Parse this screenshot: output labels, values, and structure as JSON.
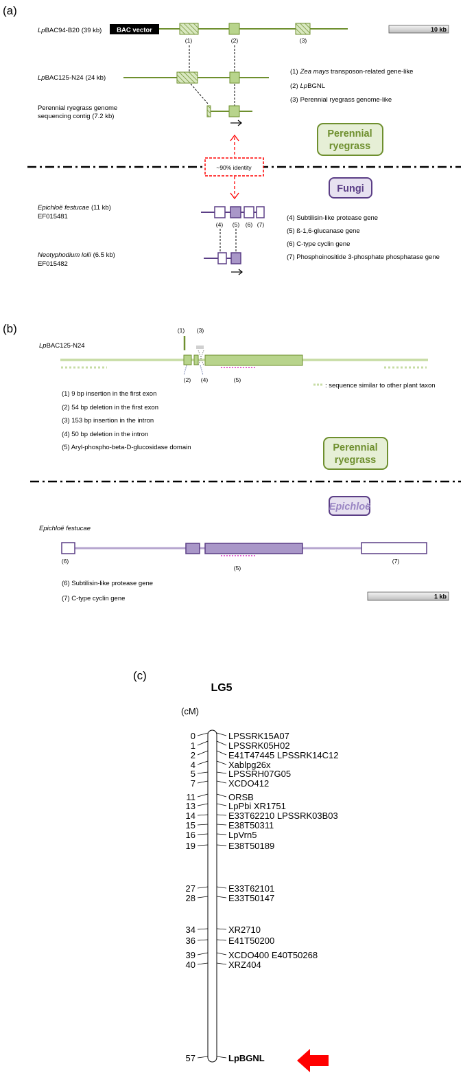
{
  "panel_a": {
    "label": "(a)",
    "rows": [
      {
        "species": "Lp",
        "rest": "BAC94-B20",
        "size": "(39 kb)"
      },
      {
        "species": "Lp",
        "rest": "BAC125-N24",
        "size": "(24 kb)"
      },
      {
        "line1": "Perennial ryegrass genome",
        "line2": "sequencing contig (7.2 kb)"
      }
    ],
    "bac_vector": "BAC vector",
    "scale": "10 kb",
    "feature_nums": [
      "(1)",
      "(2)",
      "(3)"
    ],
    "legend": [
      {
        "italic": "Zea mays",
        "text": " transposon-related gene-like",
        "num": "(1)"
      },
      {
        "italic": "Lp",
        "text": "BGNL",
        "num": "(2)"
      },
      {
        "italic": "",
        "text": "Perennial ryegrass genome-like",
        "num": "(3)"
      }
    ],
    "ryegrass_box": [
      "Perennial",
      "ryegrass"
    ],
    "identity": "~90% identity",
    "fungi_box": "Fungi",
    "fungi_rows": [
      {
        "italic": "Epichloë festucae",
        "size": "(11 kb)",
        "acc": "EF015481"
      },
      {
        "italic": "Neotyphodium lolii",
        "size": "(6.5 kb)",
        "acc": "EF015482"
      }
    ],
    "fungi_nums": [
      "(4)",
      "(5)",
      "(6)",
      "(7)"
    ],
    "fungi_legend": [
      "(4) Subtilisin-like protease gene",
      "(5) ß-1,6-glucanase gene",
      "(6) C-type cyclin gene",
      "(7) Phosphoinositide 3-phosphate phosphatase gene"
    ]
  },
  "panel_b": {
    "label": "(b)",
    "lp_label": {
      "italic": "Lp",
      "rest": "BAC125-N24"
    },
    "nums_top": [
      "(1)",
      "(3)"
    ],
    "nums_bottom": [
      "(2)",
      "(4)",
      "(5)"
    ],
    "similar_note": ": sequence similar to other plant taxon",
    "notes": [
      "(1) 9 bp insertion in the first exon",
      "(2) 54 bp deletion in the first exon",
      "(3) 153 bp insertion in the intron",
      "(4) 50 bp deletion in the intron",
      "(5) Aryl-phospho-beta-D-glucosidase domain"
    ],
    "ryegrass_box": [
      "Perennial",
      "ryegrass"
    ],
    "epichloe_box": "Epichloë",
    "epi_label": "Epichloë festucae",
    "epi_nums": [
      "(6)",
      "(5)",
      "(7)"
    ],
    "epi_notes": [
      "(6) Subtilisin-like protease gene",
      "(7) C-type cyclin gene"
    ],
    "scale": "1 kb"
  },
  "panel_c": {
    "label": "(c)",
    "title": "LG5",
    "unit": "(cM)",
    "markers": [
      {
        "cm": "0",
        "name": "LPSSRK15A07"
      },
      {
        "cm": "1",
        "name": "LPSSRK05H02"
      },
      {
        "cm": "2",
        "name": "E41T47445 LPSSRK14C12"
      },
      {
        "cm": "4",
        "name": "Xablpg26x"
      },
      {
        "cm": "5",
        "name": "LPSSRH07G05"
      },
      {
        "cm": "7",
        "name": "XCDO412"
      },
      {
        "cm": "11",
        "name": "ORSB"
      },
      {
        "cm": "13",
        "name": "LpPbi XR1751"
      },
      {
        "cm": "14",
        "name": "E33T62210 LPSSRK03B03"
      },
      {
        "cm": "15",
        "name": "E38T50311"
      },
      {
        "cm": "16",
        "name": "LpVrn5"
      },
      {
        "cm": "19",
        "name": "E38T50189"
      },
      {
        "cm": "27",
        "name": "E33T62101"
      },
      {
        "cm": "28",
        "name": "E33T50147"
      },
      {
        "cm": "34",
        "name": "XR2710"
      },
      {
        "cm": "36",
        "name": "E41T50200"
      },
      {
        "cm": "39",
        "name": "XCDO400 E40T50268"
      },
      {
        "cm": "40",
        "name": "XRZ404"
      },
      {
        "cm": "57",
        "name": "LpBGNL"
      }
    ]
  },
  "colors": {
    "green_line": "#6e8f2e",
    "green_fill": "#b8d48c",
    "green_light": "#c7dca4",
    "box_green_fill": "#e6efd6",
    "purple": "#5b3e86",
    "purple_fill": "#a997c8",
    "purple_light": "#b6a6cf",
    "box_purple_fill": "#e7e1f0",
    "red": "#ff0000",
    "magenta": "#e060d0"
  }
}
